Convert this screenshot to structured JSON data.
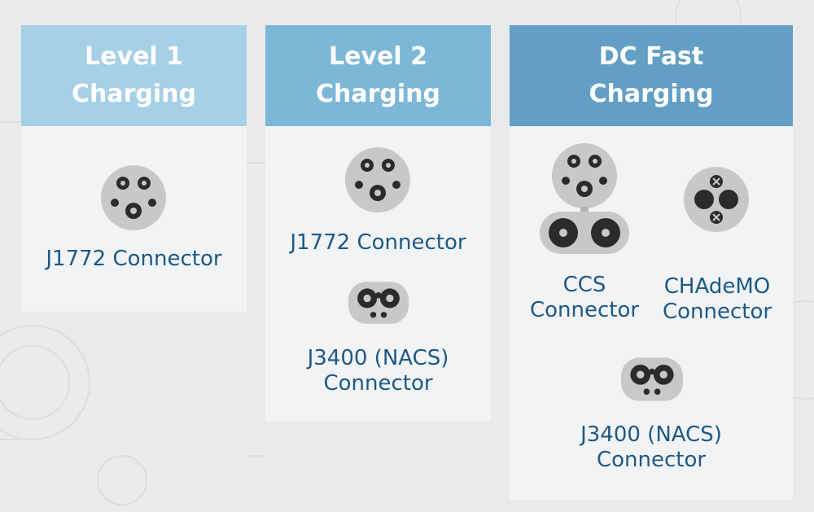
{
  "columns": [
    {
      "title_line1": "Level 1",
      "title_line2": "Charging",
      "header_color": "#a5d0e6",
      "connectors": [
        {
          "label": "J1772 Connector",
          "icon": "j1772-icon"
        }
      ]
    },
    {
      "title_line1": "Level 2",
      "title_line2": "Charging",
      "header_color": "#7db7d8",
      "connectors": [
        {
          "label": "J1772 Connector",
          "icon": "j1772-icon"
        },
        {
          "label_line1": "J3400 (NACS)",
          "label_line2": "Connector",
          "icon": "nacs-icon"
        }
      ]
    },
    {
      "title_line1": "DC Fast",
      "title_line2": "Charging",
      "header_color": "#639fc4",
      "connectors": [
        {
          "label_line1": "CCS",
          "label_line2": "Connector",
          "icon": "ccs-icon"
        },
        {
          "label_line1": "CHAdeMO",
          "label_line2": "Connector",
          "icon": "chademo-icon"
        },
        {
          "label_line1": "J3400 (NACS)",
          "label_line2": "Connector",
          "icon": "nacs-icon"
        }
      ]
    }
  ],
  "colors": {
    "card_body": "#f2f3f4",
    "label_text": "#1c5a86",
    "connector_face": "#c8c8c8",
    "connector_pin": "#2b2b2b"
  }
}
